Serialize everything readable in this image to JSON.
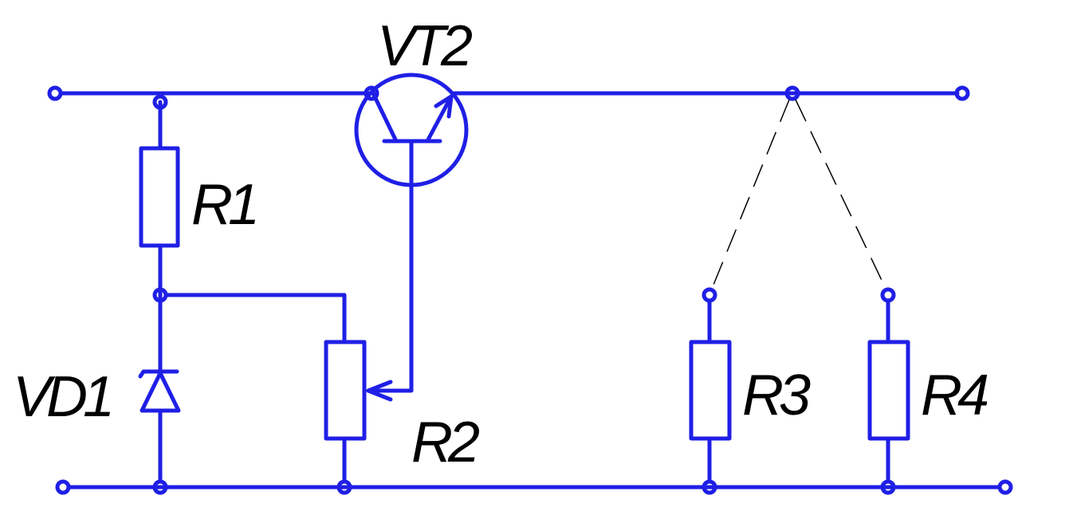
{
  "colors": {
    "wire": "#1f1fe6",
    "dashed_link": "#000000",
    "background": "#ffffff"
  },
  "components": {
    "transistor": {
      "designator": "VT2"
    },
    "resistor_r1": {
      "designator": "R1"
    },
    "resistor_r2": {
      "designator": "R2"
    },
    "resistor_r3": {
      "designator": "R3"
    },
    "resistor_r4": {
      "designator": "R4"
    },
    "zener_diode": {
      "designator": "VD1"
    }
  }
}
